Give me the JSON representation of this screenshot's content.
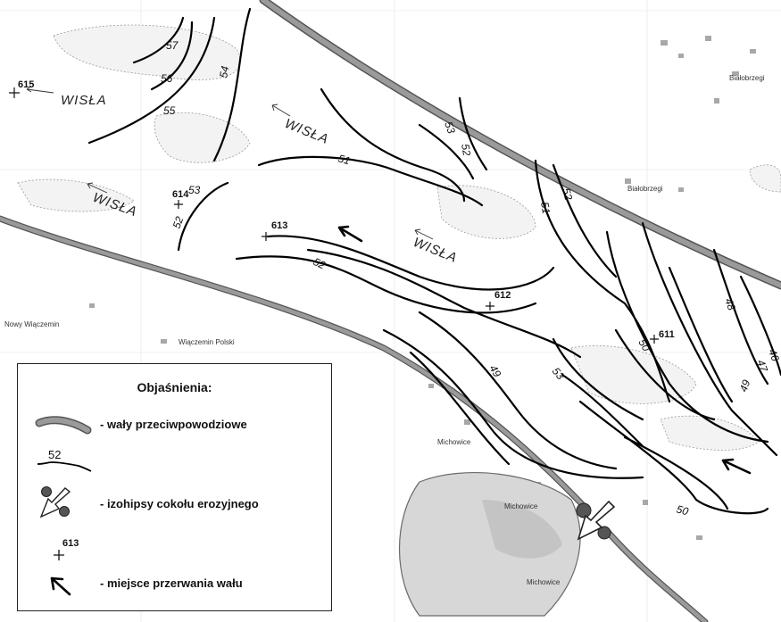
{
  "map": {
    "river_labels": [
      "WISŁA",
      "WISŁA",
      "WISŁA",
      "WISŁA"
    ],
    "points": [
      "615",
      "614",
      "613",
      "612",
      "611"
    ],
    "isohypse_labels": [
      "57",
      "56",
      "55",
      "54",
      "53",
      "53",
      "53",
      "52",
      "52",
      "52",
      "52",
      "51",
      "51",
      "50",
      "50",
      "49",
      "49",
      "48",
      "47",
      "46"
    ],
    "villages": [
      "Białobrzegi",
      "Białobrzegi",
      "Nowy Wiączemin",
      "Wiączemin Polski",
      "Michowice",
      "Michowice",
      "Michowice"
    ]
  },
  "legend": {
    "title": "Objaśnienia:",
    "items": [
      {
        "label": "- wały przeciwpowodziowe",
        "symbol": "dike-symbol"
      },
      {
        "label": "",
        "symbol": "isohypse-symbol",
        "sample_value": "52"
      },
      {
        "label": "- izohipsy cokołu erozyjnego",
        "symbol": "breach-symbol"
      },
      {
        "label": "",
        "symbol": "point-symbol",
        "sample_value": "613"
      },
      {
        "label": "- miejsce przerwania wału",
        "symbol": "flow-arrow-symbol"
      }
    ]
  },
  "colors": {
    "dike": "#9a9a9a",
    "isohypse": "#000000",
    "breach_circle": "#555555",
    "map_background": "#ffffff",
    "map_detail": "#bbbbbb"
  }
}
